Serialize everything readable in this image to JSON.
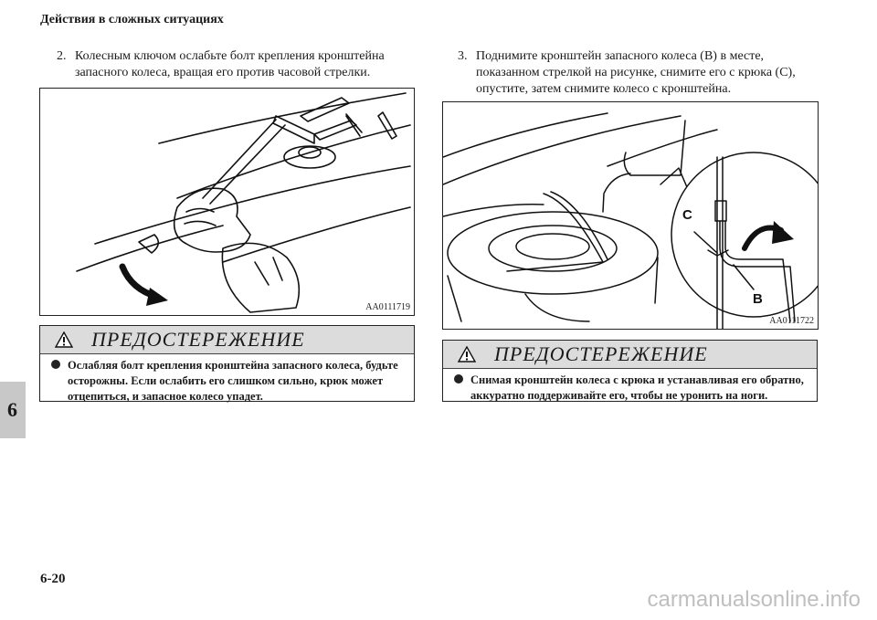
{
  "header": {
    "section_title": "Действия в сложных ситуациях"
  },
  "steps": [
    {
      "num": "2.",
      "text": "Колесным ключом ослабьте болт крепления кронштейна запасного колеса, вращая его против часовой стрелки."
    },
    {
      "num": "3.",
      "text": "Поднимите кронштейн запасного колеса (B) в месте, показанном стрелкой на рисунке, снимите его с крюка (C), опустите, затем снимите колесо с кронштейна."
    }
  ],
  "figures": [
    {
      "code": "AA0111719",
      "labels": []
    },
    {
      "code": "AA0111722",
      "labels": [
        "C",
        "B"
      ]
    }
  ],
  "warnings": [
    {
      "title": "ПРЕДОСТЕРЕЖЕНИЕ",
      "text": "Ослабляя болт крепления кронштейна запасного колеса, будьте осторожны. Если ослабить его слишком сильно, крюк может отцепиться, и запасное колесо упадет."
    },
    {
      "title": "ПРЕДОСТЕРЕЖЕНИЕ",
      "text": "Снимая кронштейн колеса с крюка и устанавливая его обратно, аккуратно поддерживайте его, чтобы не уронить на ноги."
    }
  ],
  "chapter_tab": "6",
  "page_number": "6-20",
  "watermark": "carmanualsonline.info"
}
